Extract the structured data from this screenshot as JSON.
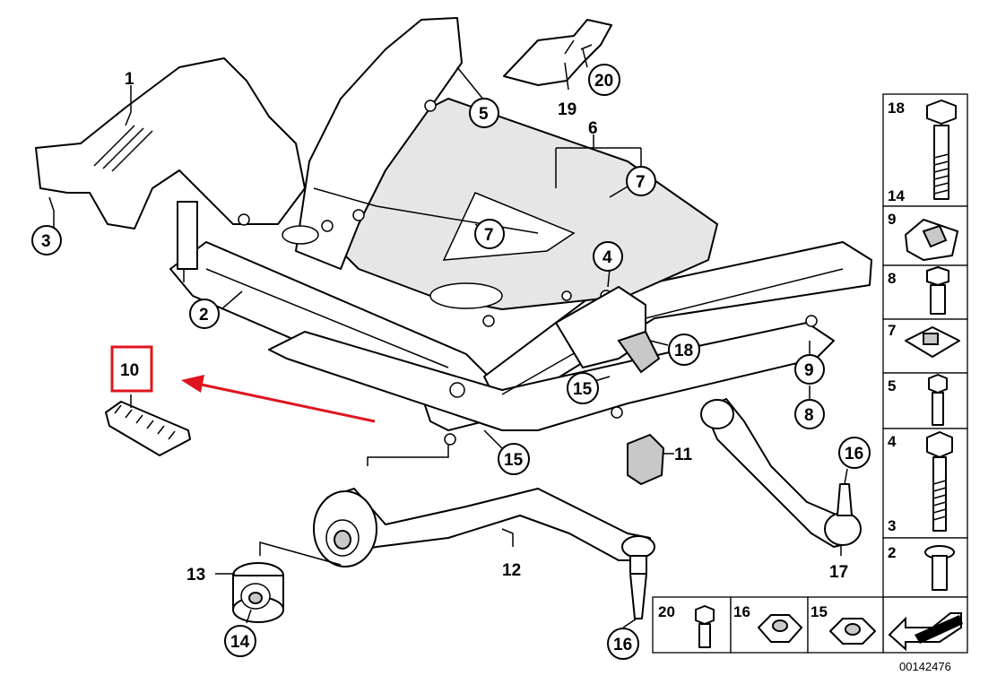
{
  "diagram": {
    "reference_number": "00142476",
    "highlight_color": "#e0141e",
    "highlighted_part": "10",
    "callouts": {
      "c1": "1",
      "c2": "2",
      "c3": "3",
      "c4": "4",
      "c5": "5",
      "c6": "6",
      "c7a": "7",
      "c7b": "7",
      "c8": "8",
      "c9": "9",
      "c10": "10",
      "c11": "11",
      "c12": "12",
      "c13": "13",
      "c14": "14",
      "c15a": "15",
      "c15b": "15",
      "c16a": "16",
      "c16b": "16",
      "c17": "17",
      "c18": "18",
      "c19": "19",
      "c20": "20"
    },
    "fastener_table": {
      "rows": [
        {
          "top": "18",
          "bottom": "14"
        },
        {
          "top": "9"
        },
        {
          "top": "8"
        },
        {
          "top": "7"
        },
        {
          "top": "5"
        },
        {
          "top": "4",
          "bottom": "3"
        },
        {
          "top": "2"
        }
      ],
      "bottom_row": [
        "20",
        "16",
        "15"
      ]
    }
  }
}
